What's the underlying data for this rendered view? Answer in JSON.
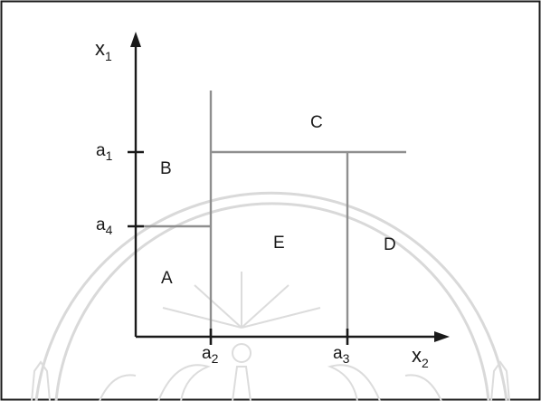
{
  "axes": {
    "y": {
      "base": "x",
      "sub": "1"
    },
    "x": {
      "base": "x",
      "sub": "2"
    }
  },
  "ticks": {
    "a1": {
      "base": "a",
      "sub": "1"
    },
    "a4": {
      "base": "a",
      "sub": "4"
    },
    "a2": {
      "base": "a",
      "sub": "2"
    },
    "a3": {
      "base": "a",
      "sub": "3"
    }
  },
  "regions": {
    "A": "A",
    "B": "B",
    "C": "C",
    "D": "D",
    "E": "E"
  },
  "colors": {
    "axis": "#1a1a1a",
    "boundary": "#8f8f8f",
    "frame": "#1a1a1a",
    "watermark": "#d9d9d9"
  }
}
